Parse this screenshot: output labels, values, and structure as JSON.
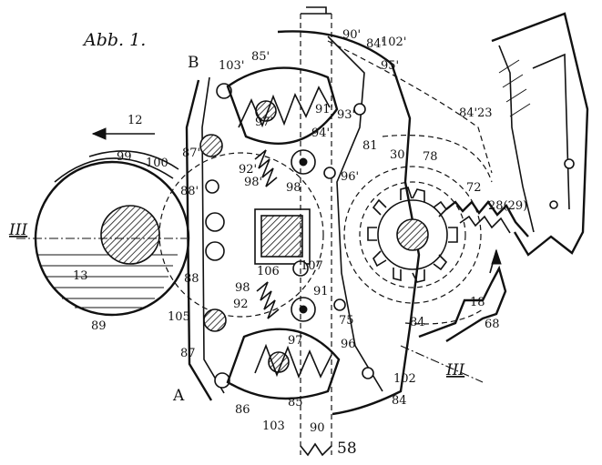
{
  "figure": {
    "title": "Abb. 1.",
    "section_mark_left": "III",
    "section_mark_right": "III",
    "letter_top": "B",
    "letter_bottom": "A"
  },
  "labels": [
    {
      "id": "l12",
      "text": "12"
    },
    {
      "id": "l99",
      "text": "99"
    },
    {
      "id": "l100",
      "text": "100"
    },
    {
      "id": "l13",
      "text": "13"
    },
    {
      "id": "l89",
      "text": "89"
    },
    {
      "id": "l105",
      "text": "105"
    },
    {
      "id": "l87a",
      "text": "87'"
    },
    {
      "id": "l87b",
      "text": "87"
    },
    {
      "id": "l88a",
      "text": "88'"
    },
    {
      "id": "l88b",
      "text": "88"
    },
    {
      "id": "l103a",
      "text": "103'"
    },
    {
      "id": "l85a",
      "text": "85'"
    },
    {
      "id": "l90a",
      "text": "90'"
    },
    {
      "id": "l84a",
      "text": "84'"
    },
    {
      "id": "l102a",
      "text": "102'"
    },
    {
      "id": "l95a",
      "text": "95'"
    },
    {
      "id": "l91a",
      "text": "91'"
    },
    {
      "id": "l93a",
      "text": "93'"
    },
    {
      "id": "l94a",
      "text": "94'"
    },
    {
      "id": "l97a",
      "text": "97'"
    },
    {
      "id": "l92a",
      "text": "92'"
    },
    {
      "id": "l98a",
      "text": "98'"
    },
    {
      "id": "l98b",
      "text": "98"
    },
    {
      "id": "l81",
      "text": "81"
    },
    {
      "id": "l96a",
      "text": "96'"
    },
    {
      "id": "l30",
      "text": "30"
    },
    {
      "id": "l78",
      "text": "78"
    },
    {
      "id": "l84b",
      "text": "84'"
    },
    {
      "id": "l23",
      "text": "23"
    },
    {
      "id": "l72",
      "text": "72"
    },
    {
      "id": "l28",
      "text": "28(29)"
    },
    {
      "id": "l106",
      "text": "106"
    },
    {
      "id": "l107",
      "text": "107"
    },
    {
      "id": "l98c",
      "text": "98"
    },
    {
      "id": "l92b",
      "text": "92"
    },
    {
      "id": "l91b",
      "text": "91"
    },
    {
      "id": "l97b",
      "text": "97"
    },
    {
      "id": "l75",
      "text": "75"
    },
    {
      "id": "l96b",
      "text": "96"
    },
    {
      "id": "l84c",
      "text": "84"
    },
    {
      "id": "l18",
      "text": "18"
    },
    {
      "id": "l68",
      "text": "68"
    },
    {
      "id": "l102b",
      "text": "102"
    },
    {
      "id": "l84d",
      "text": "84"
    },
    {
      "id": "l86",
      "text": "86"
    },
    {
      "id": "l103b",
      "text": "103"
    },
    {
      "id": "l85b",
      "text": "85"
    },
    {
      "id": "l90b",
      "text": "90"
    },
    {
      "id": "l58",
      "text": "58"
    }
  ]
}
